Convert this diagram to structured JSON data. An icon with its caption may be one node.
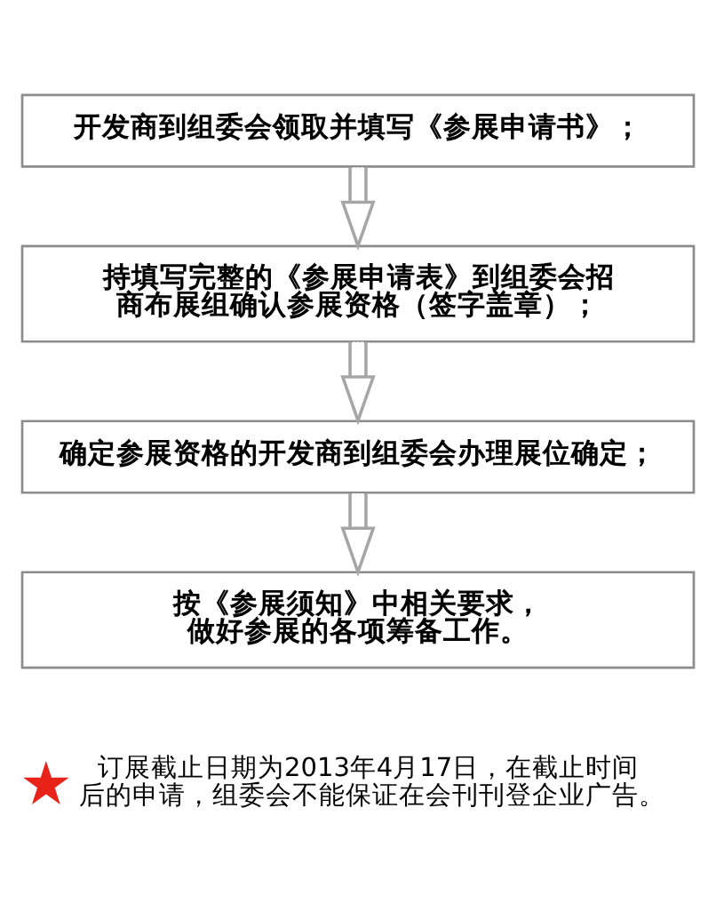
{
  "diagram": {
    "nodes": [
      {
        "text": [
          "开发商到组委会领取并填写《参展申请书》；"
        ]
      },
      {
        "text": [
          "持填写完整的《参展申请表》到组委会招商布展组确认参展资格（签字盖章）；"
        ]
      },
      {
        "text": [
          "确定参展资格的开发商到组委会办理展位确定；"
        ]
      },
      {
        "text": [
          "按《参展须知》中相关要求，做好参展的各项筹备工作。"
        ]
      },
      {
        "text": [],
        "shape": "star"
      }
    ],
    "edges": [
      {
        "from": 0,
        "to": 1,
        "arrow": "to"
      },
      {
        "from": 1,
        "to": 2,
        "arrow": "to"
      },
      {
        "from": 2,
        "to": 3,
        "arrow": "to"
      }
    ],
    "labels": [
      "订展截止日期为2013年4月17日，在截止时间后的申请，组委会不能保证在会刊刊登企业广告。"
    ]
  }
}
